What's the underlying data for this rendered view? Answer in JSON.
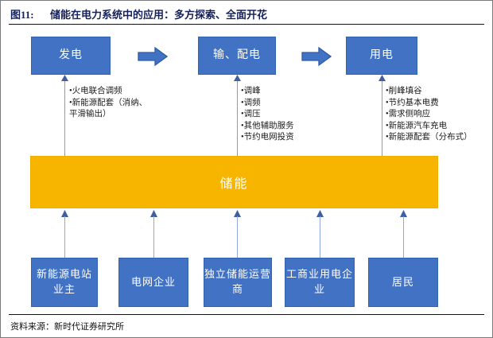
{
  "figure": {
    "label": "图11:",
    "title": "储能在电力系统中的应用：多方探索、全面开花"
  },
  "colors": {
    "box_blue": "#4272C4",
    "storage_yellow": "#F7B500",
    "title_navy": "#16215c",
    "connector_gray": "#9a9a9a",
    "arrow_blue": "#8fa9d8"
  },
  "top_row": {
    "boxes": [
      {
        "label": "发电"
      },
      {
        "label": "输、配电"
      },
      {
        "label": "用电"
      }
    ],
    "arrows": [
      {
        "name": "flow-arrow-right-1",
        "glyph": "right-block-arrow"
      },
      {
        "name": "flow-arrow-right-2",
        "glyph": "right-block-arrow"
      }
    ]
  },
  "benefit_lists": [
    {
      "column": "发电",
      "items": [
        "•火电联合调频",
        "•新能源配套（消纳、",
        "平滑输出）"
      ]
    },
    {
      "column": "输、配电",
      "items": [
        "•调峰",
        "•调频",
        "•调压",
        "•其他辅助服务",
        "•节约电网投资"
      ]
    },
    {
      "column": "用电",
      "items": [
        "•削峰填谷",
        "•节约基本电费",
        "•需求侧响应",
        "•新能源汽车充电",
        "•新能源配套（分布式）"
      ]
    }
  ],
  "storage_bar": {
    "label": "储能"
  },
  "bottom_row": {
    "boxes": [
      {
        "label": "新能源电站业主"
      },
      {
        "label": "电网企业"
      },
      {
        "label": "独立储能运营商"
      },
      {
        "label": "工商业用电企业"
      },
      {
        "label": "居民"
      }
    ]
  },
  "footer": {
    "source": "资料来源：新时代证券研究所"
  }
}
